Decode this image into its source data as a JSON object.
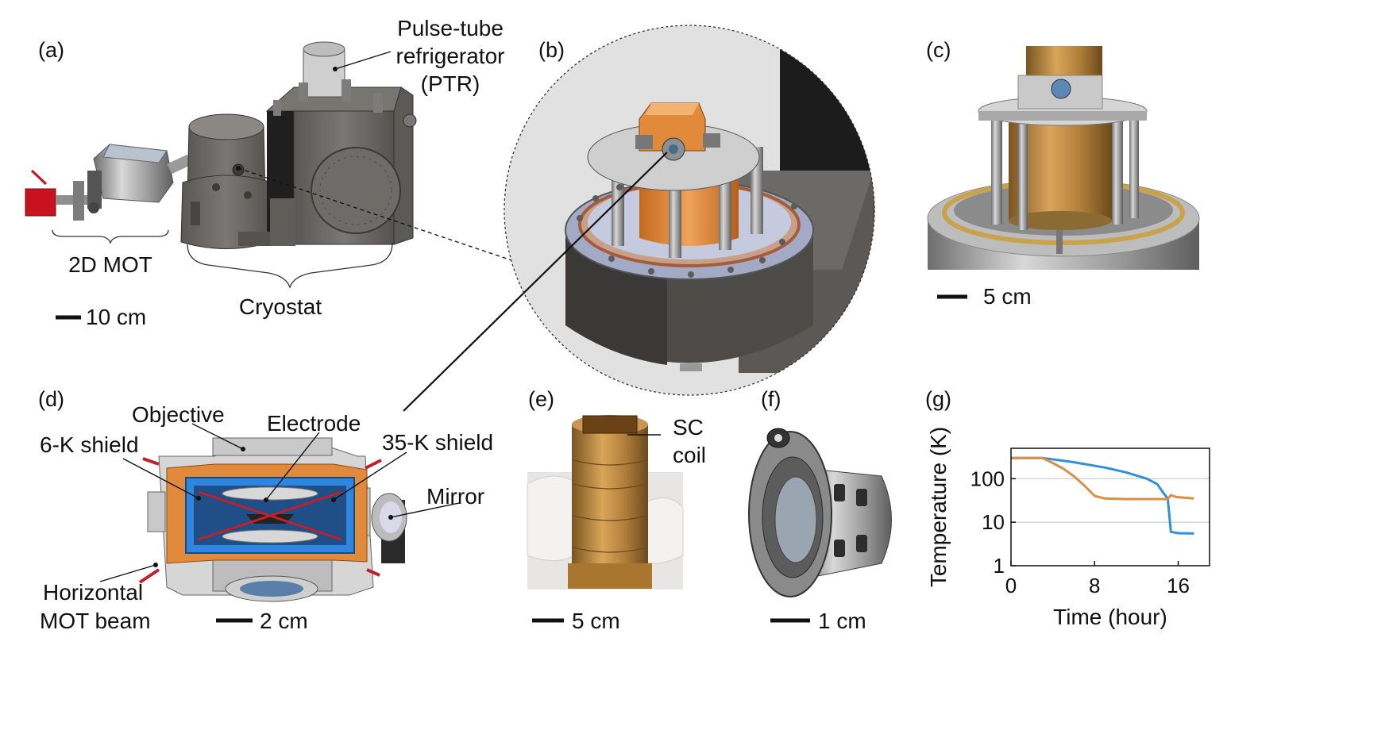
{
  "panels": {
    "a": {
      "tag": "(a)",
      "labels": {
        "ptr_line1": "Pulse-tube",
        "ptr_line2": "refrigerator",
        "ptr_line3": "(PTR)",
        "mot": "2D MOT",
        "cryostat": "Cryostat"
      },
      "scale": "10 cm"
    },
    "b": {
      "tag": "(b)"
    },
    "c": {
      "tag": "(c)",
      "scale": "5 cm"
    },
    "d": {
      "tag": "(d)",
      "labels": {
        "objective": "Objective",
        "electrode": "Electrode",
        "shield6": "6-K shield",
        "shield35": "35-K shield",
        "mirror": "Mirror",
        "beam_line1": "Horizontal",
        "beam_line2": "MOT beam"
      },
      "scale": "2 cm"
    },
    "e": {
      "tag": "(e)",
      "labels": {
        "coil_line1": "SC",
        "coil_line2": "coil"
      },
      "scale": "5 cm"
    },
    "f": {
      "tag": "(f)",
      "scale": "1 cm"
    },
    "g": {
      "tag": "(g)"
    }
  },
  "colors": {
    "steel": "#6b6966",
    "steel_light": "#a7a7a7",
    "copper": "#e28a3c",
    "shield_blue": "#2f86df",
    "series_blue": "#2f8fe0",
    "series_orange": "#d98f45"
  },
  "chart_data": {
    "type": "line",
    "xlabel": "Time (hour)",
    "ylabel": "Temperature (K)",
    "xlim": [
      0,
      19
    ],
    "ylim": [
      1,
      500
    ],
    "yscale": "log",
    "xticks": [
      0,
      8,
      16
    ],
    "yticks": [
      1,
      10,
      100
    ],
    "grid": "horizontal",
    "series": [
      {
        "color": "#2f8fe0",
        "x": [
          0,
          3,
          6,
          9,
          11,
          13,
          14,
          14.5,
          15,
          15.3,
          16,
          17.5
        ],
        "y": [
          300,
          300,
          240,
          180,
          140,
          100,
          75,
          50,
          35,
          6,
          5.6,
          5.5
        ]
      },
      {
        "color": "#d98f45",
        "x": [
          0,
          3,
          4,
          5,
          6,
          7,
          8,
          9,
          11,
          13,
          15,
          15.3,
          15.8,
          17.5
        ],
        "y": [
          300,
          300,
          230,
          170,
          115,
          70,
          40,
          35,
          34,
          34,
          34,
          42,
          38,
          35
        ]
      }
    ]
  }
}
